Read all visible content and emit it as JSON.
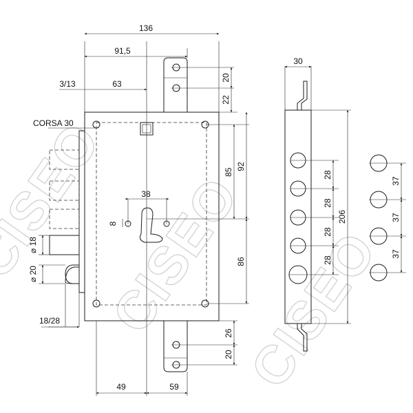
{
  "watermark": "CISEO",
  "dimensions": {
    "total_width": "136",
    "key_to_edge": "91,5",
    "backset_range": "3/13",
    "backset": "63",
    "stroke": "CORSA 30",
    "top_plate_spacing": "20",
    "top_plate_offset": "22",
    "cylinder_holes": "38",
    "cylinder_small": "8",
    "cyl_to_top_hole": "85",
    "cyl_to_top_edge": "92",
    "cyl_to_bottom": "86",
    "bolt_diameter": "⌀ 18",
    "latch_diameter": "⌀ 20",
    "latch_throw": "18/28",
    "bottom_left": "49",
    "bottom_right": "59",
    "bottom_plate_offset": "26",
    "bottom_plate_spacing": "20",
    "side_thickness": "30",
    "side_pitch_1": "28",
    "side_pitch_2": "28",
    "side_pitch_3": "28",
    "side_pitch_4": "28",
    "side_height": "206",
    "strike_pitch_1": "37",
    "strike_pitch_2": "37",
    "strike_pitch_3": "37"
  }
}
